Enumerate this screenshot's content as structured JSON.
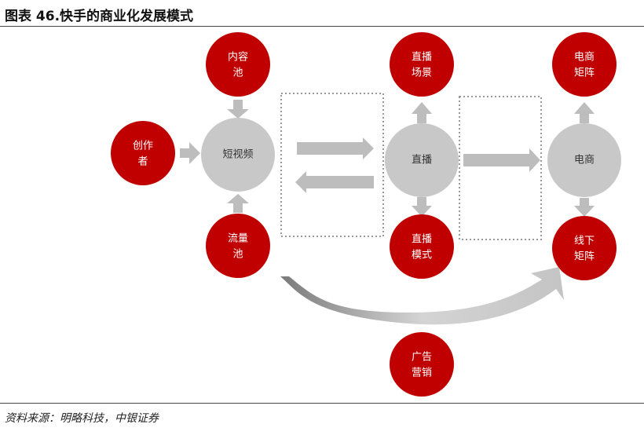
{
  "title": "图表 46.快手的商业化发展模式",
  "source": "资料来源：明略科技，中银证券",
  "nodes": {
    "creator": [
      "创作",
      "者"
    ],
    "content_pool": [
      "内容",
      "池"
    ],
    "traffic_pool": [
      "流量",
      "池"
    ],
    "short_video": [
      "短视频"
    ],
    "live": [
      "直播"
    ],
    "live_scene": [
      "直播",
      "场景"
    ],
    "live_mode": [
      "直播",
      "模式"
    ],
    "ecommerce": [
      "电商"
    ],
    "ecom_matrix": [
      "电商",
      "矩阵"
    ],
    "offline_matrix": [
      "线下",
      "矩阵"
    ],
    "ad_marketing": [
      "广告",
      "营销"
    ]
  },
  "colors": {
    "red": "#c00000",
    "gray": "#c8c8c8",
    "arrow": "#bdbdbd"
  }
}
